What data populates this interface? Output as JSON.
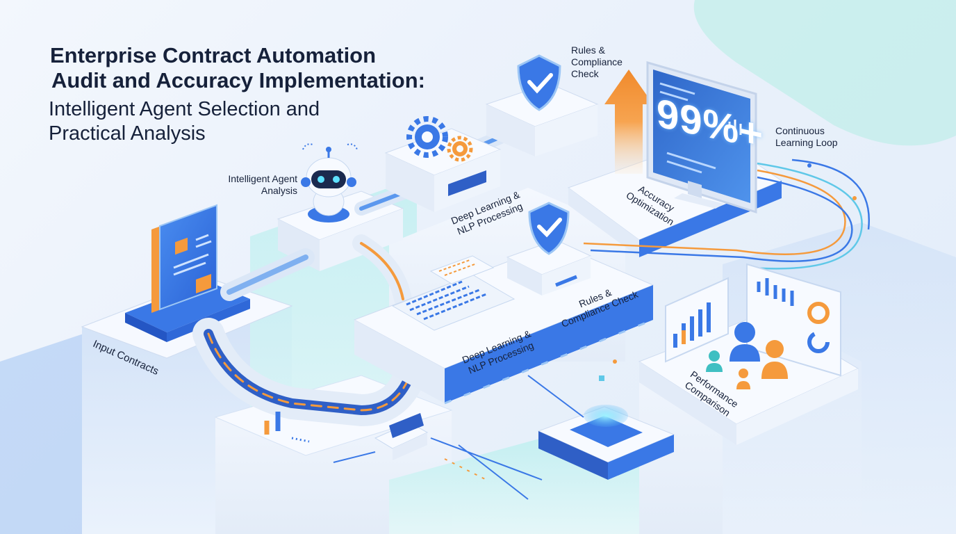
{
  "title": {
    "line1": "Enterprise Contract Automation",
    "line2": "Audit and Accuracy Implementation:",
    "line3": "Intelligent Agent Selection and",
    "line4": "Practical Analysis"
  },
  "labels": {
    "input_contracts": "Input Contracts",
    "intelligent_agent": [
      "Intelligent Agent",
      "Analysis"
    ],
    "deep_learning_top": [
      "Deep Learning &",
      "NLP Processing"
    ],
    "deep_learning_bottom": [
      "Deep Learning &",
      "NLP Processing"
    ],
    "rules_top": [
      "Rules &",
      "Compliance",
      "Check"
    ],
    "rules_middle": [
      "Rules &",
      "Compliance Check"
    ],
    "accuracy": [
      "Accuracy",
      "Optimization"
    ],
    "continuous": [
      "Continuous",
      "Learning Loop"
    ],
    "performance": [
      "Performance",
      "Comparison"
    ]
  },
  "monitor": {
    "value": "99%+"
  },
  "colors": {
    "primary_blue": "#2f6fe4",
    "light_blue": "#9cc6f5",
    "orange": "#f59a3c",
    "teal": "#6fd6d6",
    "platform": "#f7faff"
  },
  "icons": [
    "contract-document-icon",
    "robot-icon",
    "gear-icon",
    "shield-check-icon",
    "orange-arrow-icon",
    "monitor-icon",
    "bar-chart-icon",
    "donut-chart-icon",
    "people-icon",
    "data-grid-icon"
  ]
}
